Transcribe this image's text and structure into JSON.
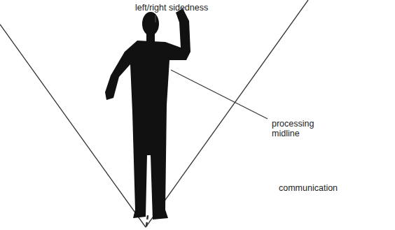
{
  "diagram": {
    "labels": [
      "left/right sidedness",
      "processing midline",
      "communication"
    ]
  }
}
